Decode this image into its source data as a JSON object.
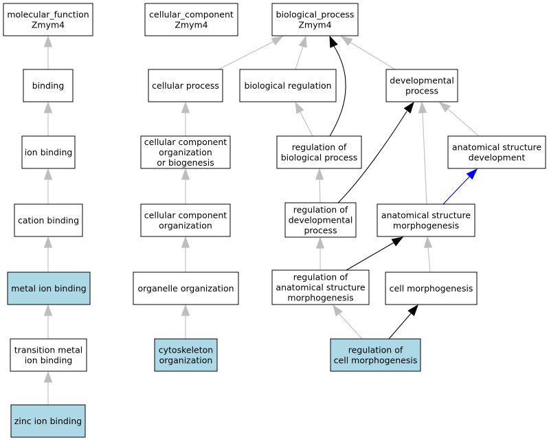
{
  "colors": {
    "highlight": "#add8e6",
    "default_fill": "#ffffff",
    "is_a_edge": "#bebebe",
    "regulates_edge": "#000000",
    "part_of_edge": "#0000ff"
  },
  "nodes": {
    "mf_root": {
      "lines": [
        "molecular_function",
        "Zmym4"
      ],
      "highlight": false
    },
    "cc_root": {
      "lines": [
        "cellular_component",
        "Zmym4"
      ],
      "highlight": false
    },
    "bp_root": {
      "lines": [
        "biological_process",
        "Zmym4"
      ],
      "highlight": false
    },
    "binding": {
      "lines": [
        "binding"
      ],
      "highlight": false
    },
    "cellular_process": {
      "lines": [
        "cellular process"
      ],
      "highlight": false
    },
    "biological_regulation": {
      "lines": [
        "biological regulation"
      ],
      "highlight": false
    },
    "developmental_process": {
      "lines": [
        "developmental",
        "process"
      ],
      "highlight": false
    },
    "ion_binding": {
      "lines": [
        "ion binding"
      ],
      "highlight": false
    },
    "cc_org_biogenesis": {
      "lines": [
        "cellular component",
        "organization",
        "or biogenesis"
      ],
      "highlight": false
    },
    "reg_biological_process": {
      "lines": [
        "regulation of",
        "biological process"
      ],
      "highlight": false
    },
    "anatomical_structure_development": {
      "lines": [
        "anatomical structure",
        "development"
      ],
      "highlight": false
    },
    "cation_binding": {
      "lines": [
        "cation binding"
      ],
      "highlight": false
    },
    "cc_organization": {
      "lines": [
        "cellular component",
        "organization"
      ],
      "highlight": false
    },
    "reg_developmental_process": {
      "lines": [
        "regulation of",
        "developmental",
        "process"
      ],
      "highlight": false
    },
    "anatomical_structure_morphogenesis": {
      "lines": [
        "anatomical structure",
        "morphogenesis"
      ],
      "highlight": false
    },
    "metal_ion_binding": {
      "lines": [
        "metal ion binding"
      ],
      "highlight": true
    },
    "organelle_organization": {
      "lines": [
        "organelle organization"
      ],
      "highlight": false
    },
    "reg_anatomical_structure_morphogenesis": {
      "lines": [
        "regulation of",
        "anatomical structure",
        "morphogenesis"
      ],
      "highlight": false
    },
    "cell_morphogenesis": {
      "lines": [
        "cell morphogenesis"
      ],
      "highlight": false
    },
    "transition_metal_ion_binding": {
      "lines": [
        "transition metal",
        "ion binding"
      ],
      "highlight": false
    },
    "cytoskeleton_organization": {
      "lines": [
        "cytoskeleton",
        "organization"
      ],
      "highlight": true
    },
    "reg_cell_morphogenesis": {
      "lines": [
        "regulation of",
        "cell morphogenesis"
      ],
      "highlight": true
    },
    "zinc_ion_binding": {
      "lines": [
        "zinc ion binding"
      ],
      "highlight": true
    }
  },
  "edges": [
    {
      "from": "binding",
      "to": "mf_root",
      "type": "is_a"
    },
    {
      "from": "ion_binding",
      "to": "binding",
      "type": "is_a"
    },
    {
      "from": "cation_binding",
      "to": "ion_binding",
      "type": "is_a"
    },
    {
      "from": "metal_ion_binding",
      "to": "cation_binding",
      "type": "is_a"
    },
    {
      "from": "transition_metal_ion_binding",
      "to": "metal_ion_binding",
      "type": "is_a"
    },
    {
      "from": "zinc_ion_binding",
      "to": "transition_metal_ion_binding",
      "type": "is_a"
    },
    {
      "from": "cellular_process",
      "to": "bp_root",
      "type": "is_a"
    },
    {
      "from": "biological_regulation",
      "to": "bp_root",
      "type": "is_a"
    },
    {
      "from": "developmental_process",
      "to": "bp_root",
      "type": "is_a"
    },
    {
      "from": "reg_biological_process",
      "to": "bp_root",
      "type": "regulates"
    },
    {
      "from": "cc_org_biogenesis",
      "to": "cellular_process",
      "type": "is_a"
    },
    {
      "from": "cc_organization",
      "to": "cc_org_biogenesis",
      "type": "is_a"
    },
    {
      "from": "organelle_organization",
      "to": "cc_organization",
      "type": "is_a"
    },
    {
      "from": "cytoskeleton_organization",
      "to": "organelle_organization",
      "type": "is_a"
    },
    {
      "from": "reg_biological_process",
      "to": "biological_regulation",
      "type": "is_a"
    },
    {
      "from": "reg_developmental_process",
      "to": "reg_biological_process",
      "type": "is_a"
    },
    {
      "from": "reg_developmental_process",
      "to": "developmental_process",
      "type": "regulates"
    },
    {
      "from": "anatomical_structure_development",
      "to": "developmental_process",
      "type": "is_a"
    },
    {
      "from": "anatomical_structure_morphogenesis",
      "to": "developmental_process",
      "type": "is_a"
    },
    {
      "from": "anatomical_structure_morphogenesis",
      "to": "anatomical_structure_development",
      "type": "part_of"
    },
    {
      "from": "reg_anatomical_structure_morphogenesis",
      "to": "reg_developmental_process",
      "type": "is_a"
    },
    {
      "from": "reg_anatomical_structure_morphogenesis",
      "to": "anatomical_structure_morphogenesis",
      "type": "regulates"
    },
    {
      "from": "cell_morphogenesis",
      "to": "anatomical_structure_morphogenesis",
      "type": "is_a"
    },
    {
      "from": "reg_cell_morphogenesis",
      "to": "reg_anatomical_structure_morphogenesis",
      "type": "is_a"
    },
    {
      "from": "reg_cell_morphogenesis",
      "to": "cell_morphogenesis",
      "type": "regulates"
    }
  ]
}
